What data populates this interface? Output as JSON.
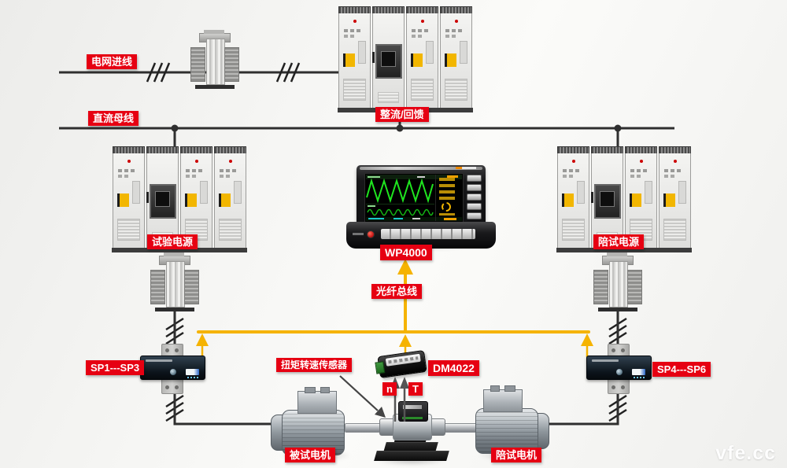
{
  "labels": {
    "grid_incoming": "电网进线",
    "dc_bus": "直流母线",
    "rectifier_feedback": "整流/回馈",
    "test_power": "试验电源",
    "accompany_power": "陪试电源",
    "wp4000": "WP4000",
    "fiber_bus": "光纤总线",
    "sp_left": "SP1---SP3",
    "sp_right": "SP4---SP6",
    "torque_speed_sensor": "扭矩转速传感器",
    "dm4022": "DM4022",
    "speed_symbol": "n",
    "torque_symbol": "T",
    "motor_under_test": "被试电机",
    "accompany_motor": "陪试电机"
  },
  "watermark": "vfe.cc",
  "colors": {
    "label_red": "#e60012",
    "fiber_yellow": "#f5b301",
    "line_dark": "#2f2f2f",
    "waveform_green": "#1fe51f",
    "cabinet_accent_yellow": "#f2b600"
  }
}
